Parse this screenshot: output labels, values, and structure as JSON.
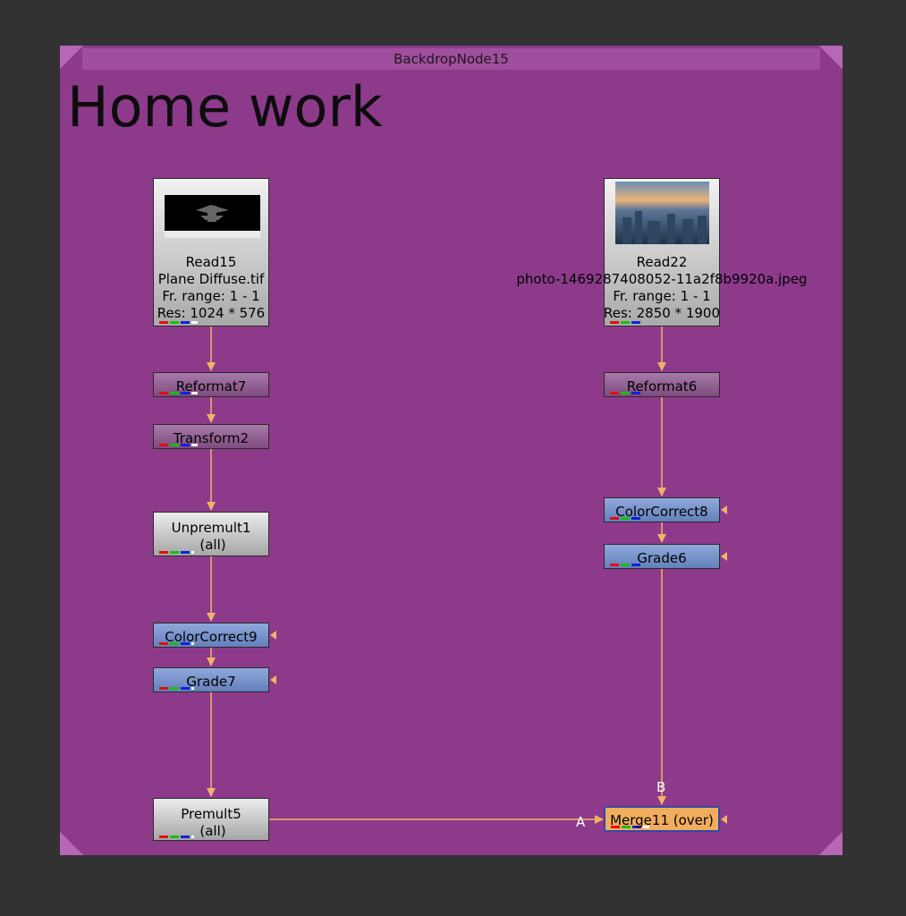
{
  "backdrop": {
    "title": "BackdropNode15",
    "label": "Home work",
    "color": "#8d3a8b"
  },
  "nodes": {
    "read15": {
      "name": "Read15",
      "file": "Plane Diffuse.tif",
      "frame_range": "Fr. range: 1 - 1",
      "resolution": "Res: 1024 * 576"
    },
    "read22": {
      "name": "Read22",
      "file": "photo-1469287408052-11a2f8b9920a.jpeg",
      "frame_range": "Fr. range: 1 - 1",
      "resolution": "Res: 2850 * 1900"
    },
    "reformat7": {
      "name": "Reformat7"
    },
    "transform2": {
      "name": "Transform2"
    },
    "unpremult1": {
      "name": "Unpremult1",
      "sub": "(all)"
    },
    "colorcorrect9": {
      "name": "ColorCorrect9"
    },
    "grade7": {
      "name": "Grade7"
    },
    "premult5": {
      "name": "Premult5",
      "sub": "(all)"
    },
    "reformat6": {
      "name": "Reformat6"
    },
    "colorcorrect8": {
      "name": "ColorCorrect8"
    },
    "grade6": {
      "name": "Grade6"
    },
    "merge11": {
      "name": "Merge11 (over)",
      "input_a": "A",
      "input_b": "B"
    }
  },
  "colors": {
    "background": "#323232",
    "pipe": "#f3b268",
    "node_purple": "#8f5f8f",
    "node_blue": "#7a94cc",
    "node_gray": "#c8c8c8",
    "merge": "#f0ad5e"
  },
  "icons": {
    "mask_input": "mask-input-arrow-icon",
    "channels": "channel-indicator-icon"
  }
}
